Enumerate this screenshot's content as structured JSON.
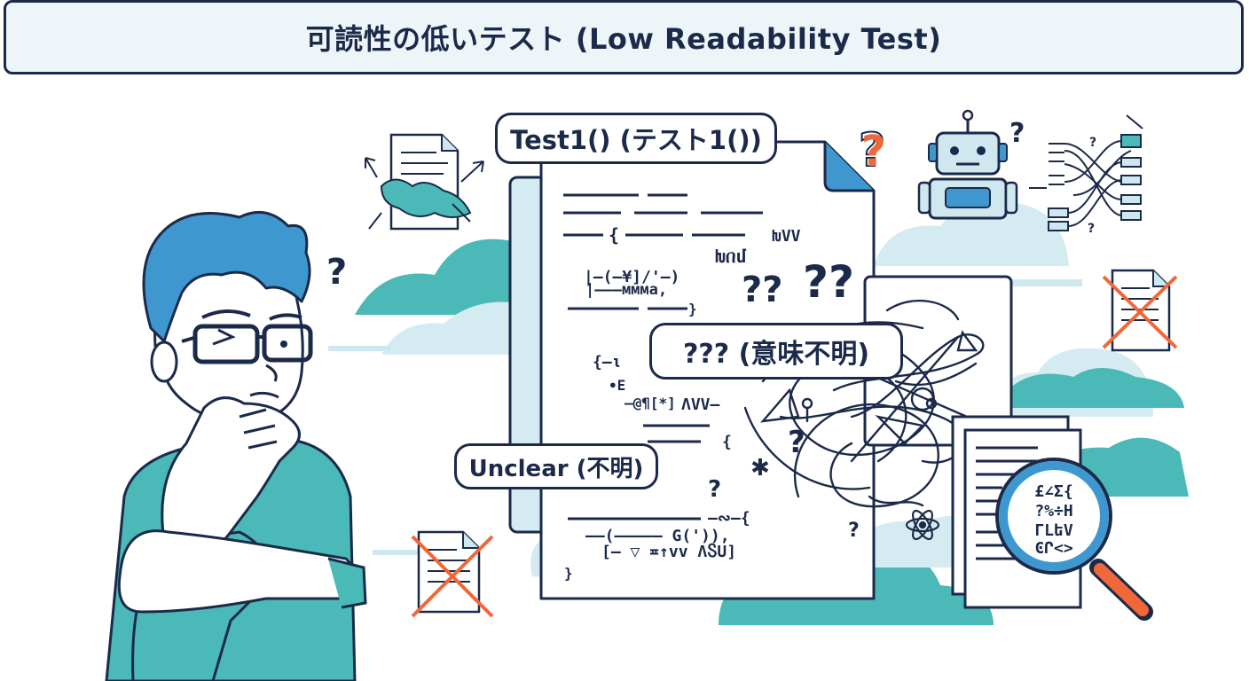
{
  "title": "可読性の低いテスト (Low Readability Test)",
  "labels": {
    "test_name": "Test1() (テスト1())",
    "meaning": "??? (意味不明)",
    "unclear": "Unclear (不明)"
  },
  "magnifier_lines": [
    "£∠Σ{",
    "?%÷H",
    "ΓLեV",
    "ϾՐ<>"
  ],
  "colors": {
    "navy": "#1b2a4a",
    "teal": "#4ab9b7",
    "light_blue": "#cfe8f0",
    "hair_blue": "#3e98cf",
    "orange": "#f0683a"
  },
  "icons": [
    "document-arrows-icon",
    "robot-icon",
    "tangled-diagram-icon",
    "crossed-document-icon",
    "magnifier-icon",
    "atom-icon",
    "question-mark-icon"
  ]
}
